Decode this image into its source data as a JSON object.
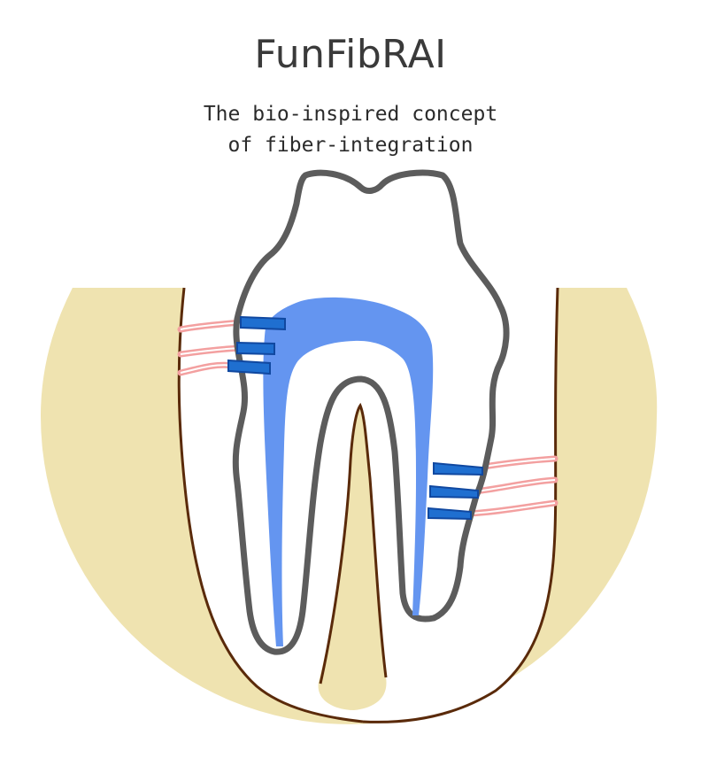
{
  "title": "FunFibRAI",
  "subtitle": {
    "line1": "The bio-inspired concept",
    "line2": "of fiber-integration"
  },
  "colors": {
    "bone": "#efe3b0",
    "bone_outline": "#5a2a0a",
    "tooth_outline": "#5c5c5c",
    "pulp": "#6495f0",
    "fiber_anchor": "#1f6fd0",
    "fiber_anchor_outline": "#1048a0",
    "ligament_fiber": "#f3a0a0"
  },
  "icons": {
    "left_anchors": "cone-anchor-icon",
    "right_anchors": "cone-anchor-icon"
  }
}
